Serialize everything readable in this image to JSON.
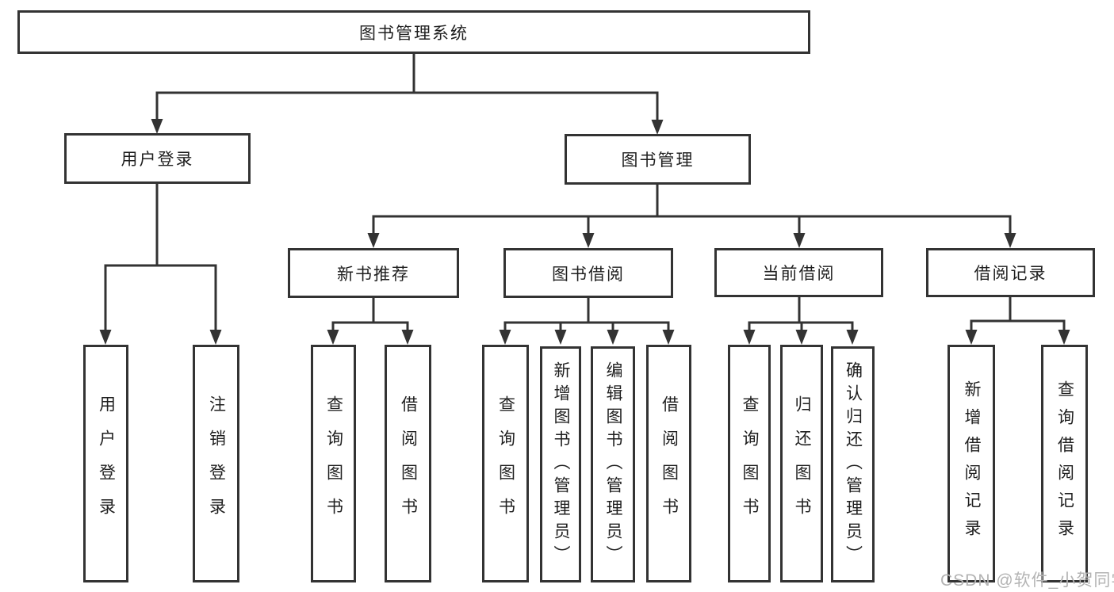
{
  "diagram": {
    "tree": {
      "label": "图书管理系统",
      "children": [
        {
          "label": "用户登录",
          "children": [
            {
              "label": "用户登录"
            },
            {
              "label": "注销登录"
            }
          ]
        },
        {
          "label": "图书管理",
          "children": [
            {
              "label": "新书推荐",
              "children": [
                {
                  "label": "查询图书"
                },
                {
                  "label": "借阅图书"
                }
              ]
            },
            {
              "label": "图书借阅",
              "children": [
                {
                  "label": "查询图书"
                },
                {
                  "label": "新增图书（管理员）"
                },
                {
                  "label": "编辑图书（管理员）"
                },
                {
                  "label": "借阅图书"
                }
              ]
            },
            {
              "label": "当前借阅",
              "children": [
                {
                  "label": "查询图书"
                },
                {
                  "label": "归还图书"
                },
                {
                  "label": "确认归还（管理员）"
                }
              ]
            },
            {
              "label": "借阅记录",
              "children": [
                {
                  "label": "新增借阅记录"
                },
                {
                  "label": "查询借阅记录"
                }
              ]
            }
          ]
        }
      ]
    },
    "colors": {
      "line": "#333333",
      "box_border": "#333333",
      "text": "#1f1f1f",
      "background": "#ffffff",
      "watermark": "#b3b3b3"
    }
  },
  "watermark": {
    "text": "CSDN @软件_小贺同学"
  }
}
